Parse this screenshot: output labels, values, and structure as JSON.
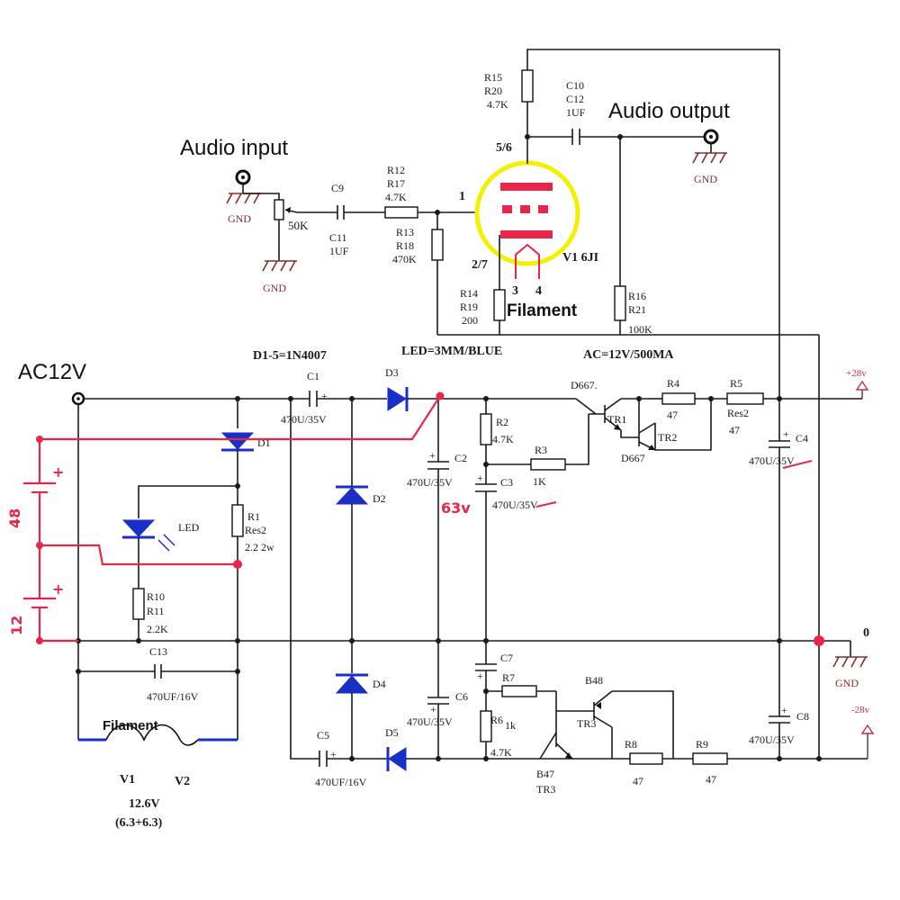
{
  "title_audio_input": "Audio input",
  "title_audio_output": "Audio output",
  "title_ac12v": "AC12V",
  "title_filament_tube": "Filament",
  "title_filament_heater": "Filament",
  "note_diodes": "D1-5=1N4007",
  "note_led": "LED=3MM/BLUE",
  "note_ac": "AC=12V/500MA",
  "gnd": "GND",
  "pot_value": "50K",
  "c9": "C9",
  "c11": "C11",
  "c9_val": "1UF",
  "r12": "R12",
  "r17": "R17",
  "r12_val": "4.7K",
  "r13": "R13",
  "r18": "R18",
  "r13_val": "470K",
  "r15": "R15",
  "r20": "R20",
  "r15_val": "4.7K",
  "c10": "C10",
  "c12": "C12",
  "c10_val": "1UF",
  "r14": "R14",
  "r19": "R19",
  "r14_val": "200",
  "r16": "R16",
  "r21": "R21",
  "r16_val": "100K",
  "pin1": "1",
  "pin56": "5/6",
  "pin27": "2/7",
  "pin3": "3",
  "pin4": "4",
  "tube_name": "V1 6JI",
  "c1": "C1",
  "c1_val": "470U/35V",
  "d1": "D1",
  "d2": "D2",
  "d3": "D3",
  "d4": "D4",
  "d5": "D5",
  "led": "LED",
  "r1": "R1",
  "r1_b": "Res2",
  "r1_val": "2.2  2w",
  "r10": "R10",
  "r11": "R11",
  "r10_val": "2.2K",
  "c13": "C13",
  "c13_val": "470UF/16V",
  "c5": "C5",
  "c5_val": "470UF/16V",
  "c2": "C2",
  "c2_val": "470U/35V",
  "c3": "C3",
  "c3_val": "470U/35V",
  "r2": "R2",
  "r2_val": "4.7K",
  "r3": "R3",
  "r3_val": "1K",
  "d667a": "D667.",
  "tr1": "TR1",
  "tr2": "TR2",
  "d667b": "D667",
  "r4": "R4",
  "r4_val": "47",
  "r5": "R5",
  "r5_b": "Res2",
  "r5_val": "47",
  "c4": "C4",
  "c4_val": "470U/35V",
  "plus28": "+28v",
  "zero": "0",
  "minus28": "-28v",
  "c7": "C7",
  "c6": "C6",
  "c6_val": "470U/35V",
  "r7": "R7",
  "r6": "R6",
  "r6_val": "4.7K",
  "r7_val": "1k",
  "b48": "B48",
  "tr3a": "TR3",
  "b47": "B47",
  "tr3b": "TR3",
  "r8": "R8",
  "r8_val": "47",
  "r9": "R9",
  "r9_val": "47",
  "c8": "C8",
  "c8_val": "470U/35V",
  "v1": "V1",
  "v2": "V2",
  "heater_v": "12.6V",
  "heater_split": "(6.3+6.3)",
  "hand_48": "48",
  "hand_12": "12",
  "hand_63v": "63v",
  "colors": {
    "wire": "#1a1a1a",
    "annotation": "#e8264a",
    "component": "#1a2fc8",
    "tube_glow": "#f5f000",
    "tube_element": "#e8264a",
    "ground": "#8a2a2a"
  }
}
